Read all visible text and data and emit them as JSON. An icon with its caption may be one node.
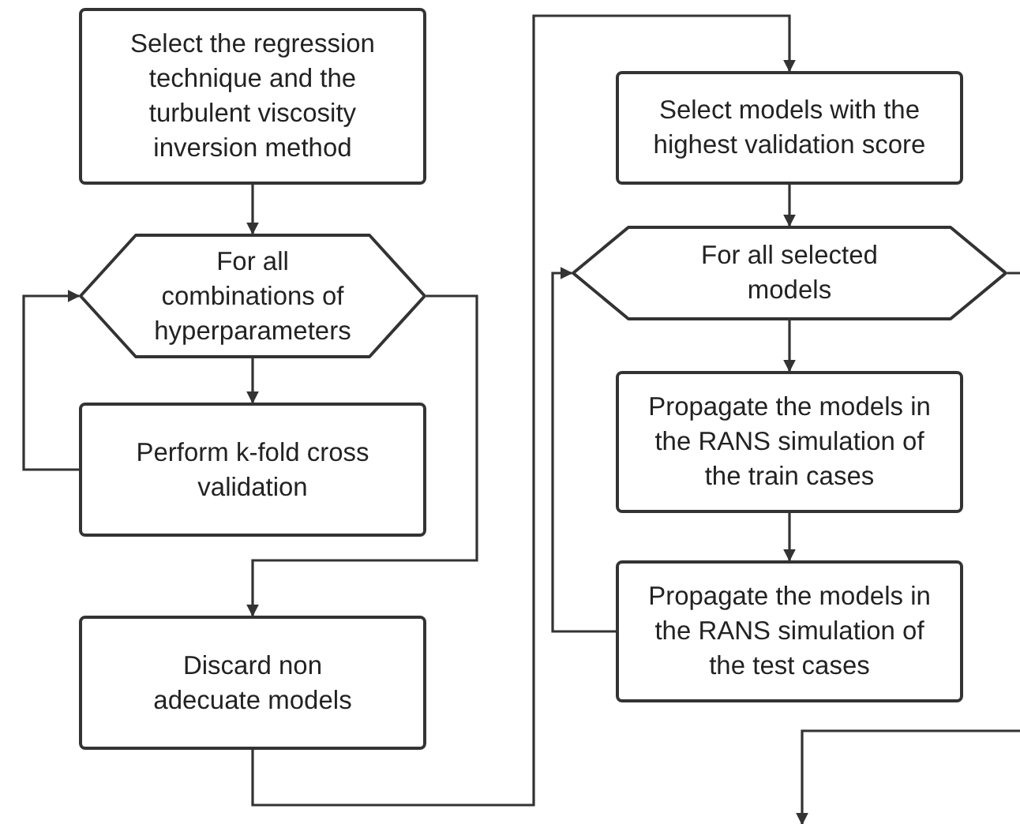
{
  "diagram": {
    "nodes": [
      {
        "text": [
          "Select the regression technique and the turbulent viscosity inversion method"
        ]
      },
      {
        "text": [
          "For all combinations of hyperparameters"
        ]
      },
      {
        "text": [
          "Perform k-fold cross validation"
        ]
      },
      {
        "text": [
          "Discard non adecuate models"
        ]
      },
      {
        "text": [
          "Select models with the highest validation score"
        ]
      },
      {
        "text": [
          "For all selected models"
        ]
      },
      {
        "text": [
          "Propagate the models in the RANS simulation of the train cases"
        ]
      },
      {
        "text": [
          "Propagate the models in the RANS simulation of the test cases"
        ]
      }
    ],
    "edges": [
      {
        "from": 0,
        "to": 1,
        "arrow": "to"
      },
      {
        "from": 1,
        "to": 2,
        "arrow": "to"
      },
      {
        "from": 2,
        "to": 1,
        "arrow": "to"
      },
      {
        "from": 1,
        "to": 3,
        "arrow": "to"
      },
      {
        "from": 3,
        "to": 4,
        "arrow": "to"
      },
      {
        "from": 4,
        "to": 5,
        "arrow": "to"
      },
      {
        "from": 5,
        "to": 6,
        "arrow": "to"
      },
      {
        "from": 6,
        "to": 7,
        "arrow": "to"
      },
      {
        "from": 7,
        "to": 5,
        "arrow": "to"
      },
      {
        "from": 5,
        "to": null,
        "arrow": "to"
      }
    ]
  }
}
